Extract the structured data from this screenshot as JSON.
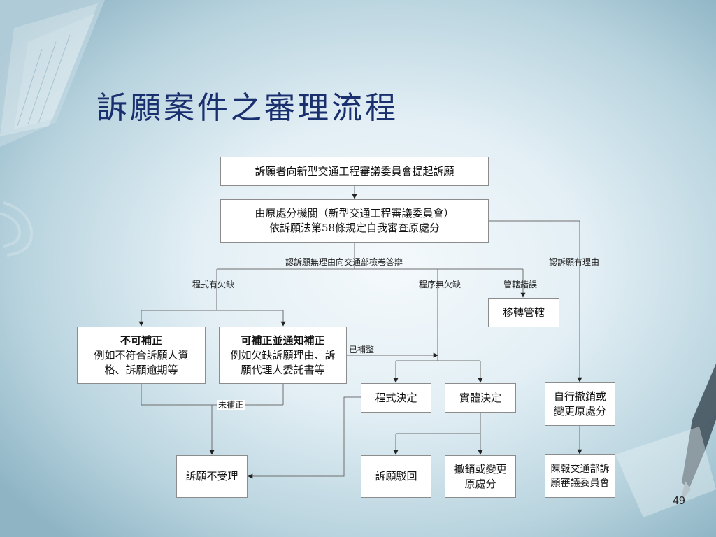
{
  "slide": {
    "title": "訴願案件之審理流程",
    "page_number": "49"
  },
  "nodes": {
    "file_appeal": "訴願者向新型交通工程審議委員會提起訴願",
    "self_review_line1": "由原處分機關（新型交通工程審議委員會）",
    "self_review_line2": "依訴願法第58條規定自我審查原處分",
    "transfer": "移轉管轄",
    "not_correctable_title": "不可補正",
    "not_correctable_desc": "例如不符合訴願人資格、訴願逾期等",
    "correctable_title": "可補正並通知補正",
    "correctable_desc": "例如欠缺訴願理由、訴願代理人委託書等",
    "procedural_decision": "程式決定",
    "substantive_decision": "實體決定",
    "self_revoke": "自行撤銷或變更原處分",
    "not_accepted": "訴願不受理",
    "dismissed": "訴願駁回",
    "revoke_change": "撤銷或變更原處分",
    "report": "陳報交通部訴願審議委員會"
  },
  "edge_labels": {
    "no_merit": "認訴願無理由向交通部檢卷答辯",
    "has_merit": "認訴願有理由",
    "form_defect": "程式有欠缺",
    "no_form_defect": "程序無欠缺",
    "jurisdiction_error": "管轄錯誤",
    "corrected": "已補整",
    "not_corrected": "未補正"
  }
}
